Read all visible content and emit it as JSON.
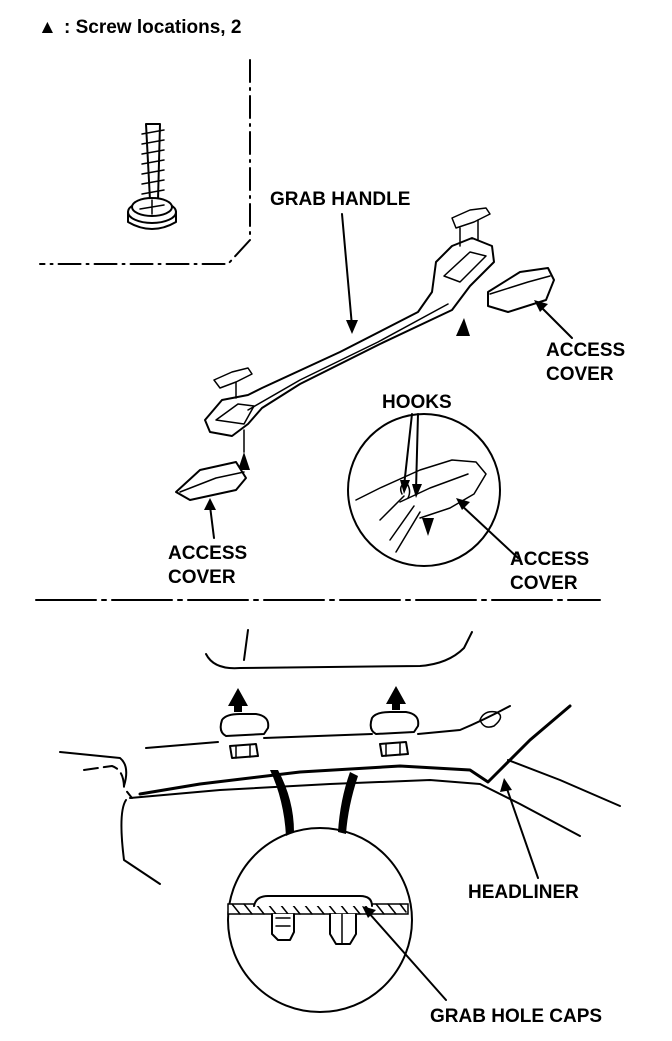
{
  "legend": {
    "symbol": "▲",
    "text": ": Screw locations, 2"
  },
  "labels": {
    "grab_handle": "GRAB HANDLE",
    "access_cover_right_line1": "ACCESS",
    "access_cover_right_line2": "COVER",
    "hooks": "HOOKS",
    "access_cover_left_line1": "ACCESS",
    "access_cover_left_line2": "COVER",
    "access_cover_detail_line1": "ACCESS",
    "access_cover_detail_line2": "COVER",
    "headliner": "HEADLINER",
    "grab_hole_caps": "GRAB HOLE CAPS"
  }
}
